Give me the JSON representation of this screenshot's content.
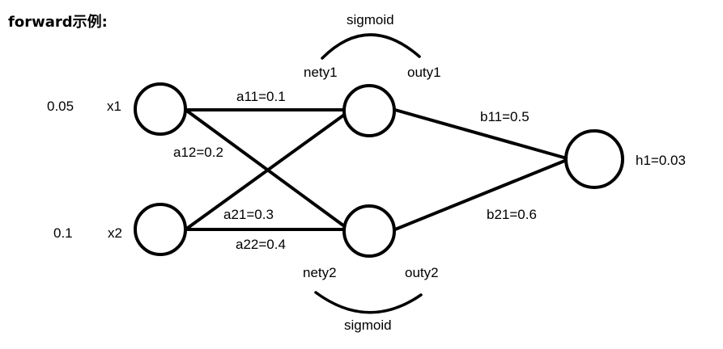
{
  "title": "forward示例:",
  "inputs": {
    "x1": {
      "name": "x1",
      "value": "0.05"
    },
    "x2": {
      "name": "x2",
      "value": "0.1"
    }
  },
  "weights": {
    "a11": "a11=0.1",
    "a12": "a12=0.2",
    "a21": "a21=0.3",
    "a22": "a22=0.4",
    "b11": "b11=0.5",
    "b21": "b21=0.6"
  },
  "hidden": {
    "net1": "nety1",
    "out1": "outy1",
    "net2": "nety2",
    "out2": "outy2",
    "activation_top": "sigmoid",
    "activation_bottom": "sigmoid"
  },
  "output": {
    "label": "h1=0.03"
  }
}
